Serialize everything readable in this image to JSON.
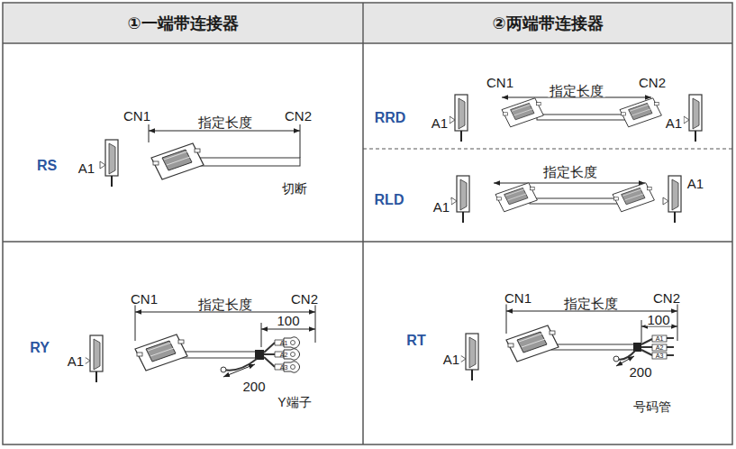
{
  "diagram": {
    "nodes": [
      {
        "text": [
          "①一端带连接器"
        ]
      },
      {
        "text": [
          "②两端带连接器"
        ]
      }
    ],
    "labels": [
      "RS",
      "A1",
      "CN1",
      "指定长度",
      "CN2",
      "切断",
      "RRD",
      "A1",
      "CN1",
      "指定长度",
      "CN2",
      "A1",
      "RLD",
      "A1",
      "指定长度",
      "A1",
      "RY",
      "A1",
      "CN1",
      "指定长度",
      "CN2",
      "100",
      "200",
      "Y端子",
      "A1",
      "A2",
      "A3",
      "RT",
      "A1",
      "CN1",
      "指定长度",
      "CN2",
      "100",
      "200",
      "号码管",
      "A1",
      "A2",
      "A3"
    ]
  }
}
